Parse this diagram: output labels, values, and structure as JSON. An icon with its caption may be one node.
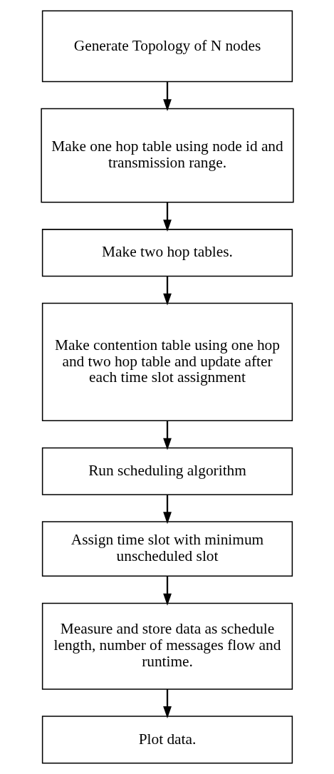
{
  "diagram": {
    "nodes": [
      {
        "text": [
          "Generate Topology of N nodes"
        ]
      },
      {
        "text": [
          "Make one hop table using node id and transmission range."
        ]
      },
      {
        "text": [
          "Make two hop tables."
        ]
      },
      {
        "text": [
          "Make contention table using one hop and two hop table and update after each time slot assignment"
        ]
      },
      {
        "text": [
          "Run scheduling algorithm"
        ]
      },
      {
        "text": [
          "Assign time slot with minimum unscheduled slot"
        ]
      },
      {
        "text": [
          "Measure and store data as schedule length, number of messages flow and runtime."
        ]
      },
      {
        "text": [
          "Plot data."
        ]
      }
    ],
    "edges": [
      {
        "from": 0,
        "to": 1,
        "arrow": "to"
      },
      {
        "from": 1,
        "to": 2,
        "arrow": "to"
      },
      {
        "from": 2,
        "to": 3,
        "arrow": "to"
      },
      {
        "from": 3,
        "to": 4,
        "arrow": "to"
      },
      {
        "from": 4,
        "to": 5,
        "arrow": "to"
      },
      {
        "from": 5,
        "to": 6,
        "arrow": "to"
      },
      {
        "from": 6,
        "to": 7,
        "arrow": "to"
      }
    ]
  }
}
